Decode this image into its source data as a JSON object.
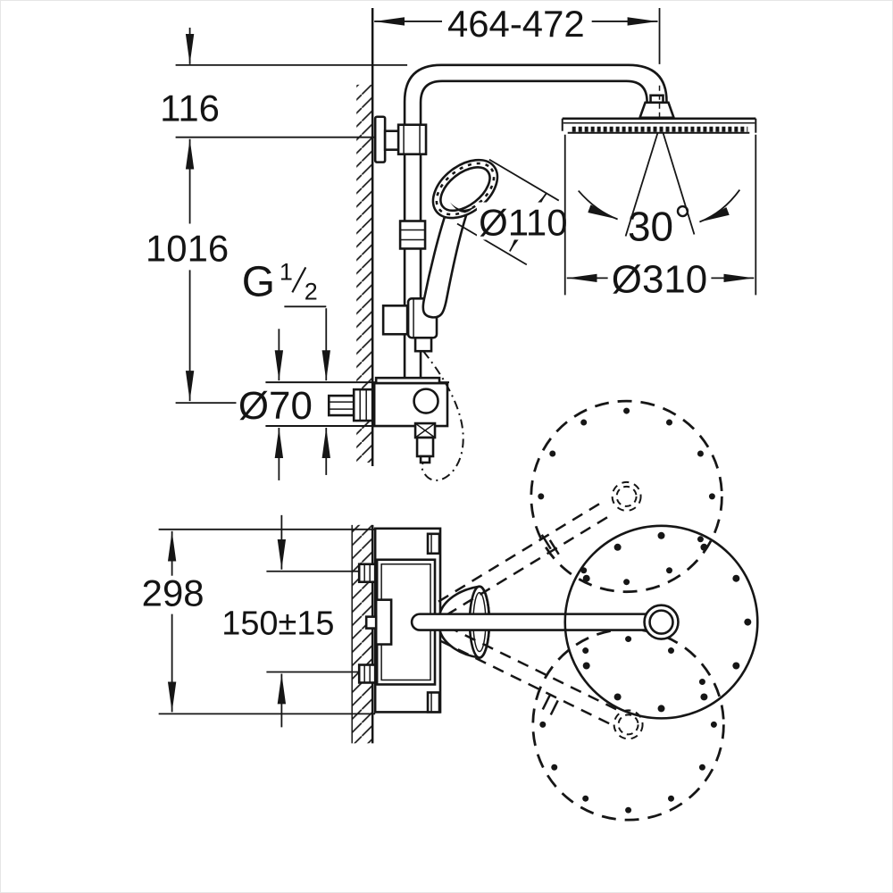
{
  "drawing": {
    "front_view": {
      "dim_width_range": "464-472",
      "dim_wall_to_top": "116",
      "dim_height": "1016",
      "thread_label": {
        "letter": "G",
        "numerator": "1",
        "denominator": "2"
      },
      "dim_escutcheon": "Ø70",
      "dim_handshower": "Ø110",
      "dim_spray_angle": "30",
      "dim_headshower": "Ø310"
    },
    "plan_view": {
      "dim_plate_height": "298",
      "dim_supply_spacing": "150±15"
    }
  }
}
